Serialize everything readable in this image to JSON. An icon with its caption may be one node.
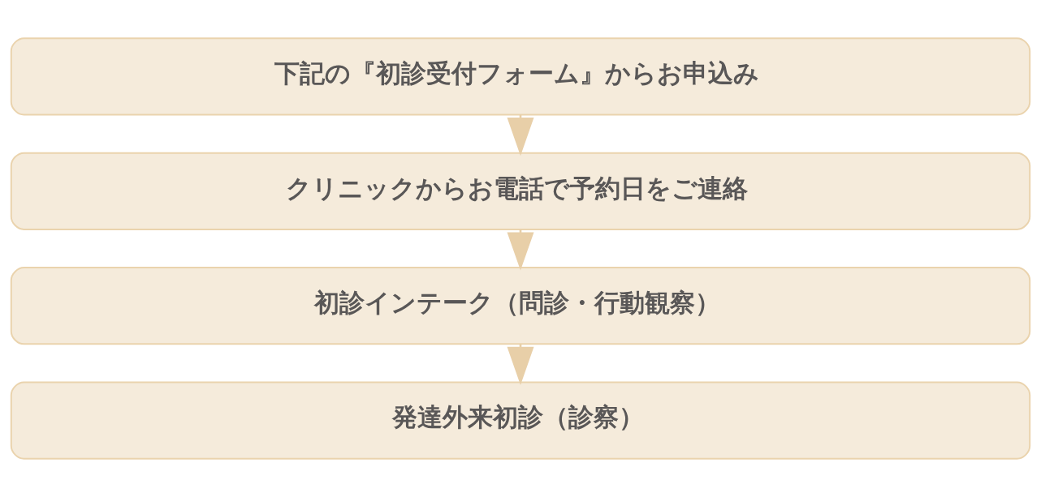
{
  "diagram": {
    "nodes": [
      {
        "text": [
          "下記の『初診受付フォーム』からお申込み"
        ]
      },
      {
        "text": [
          "クリニックからお電話で予約日をご連絡"
        ]
      },
      {
        "text": [
          "初診インテーク（問診・行動観察）"
        ]
      },
      {
        "text": [
          "発達外来初診（診察）"
        ]
      }
    ],
    "edges": [
      {
        "from": 0,
        "to": 1,
        "arrow": "to"
      },
      {
        "from": 1,
        "to": 2,
        "arrow": "to"
      },
      {
        "from": 2,
        "to": 3,
        "arrow": "to"
      }
    ]
  }
}
